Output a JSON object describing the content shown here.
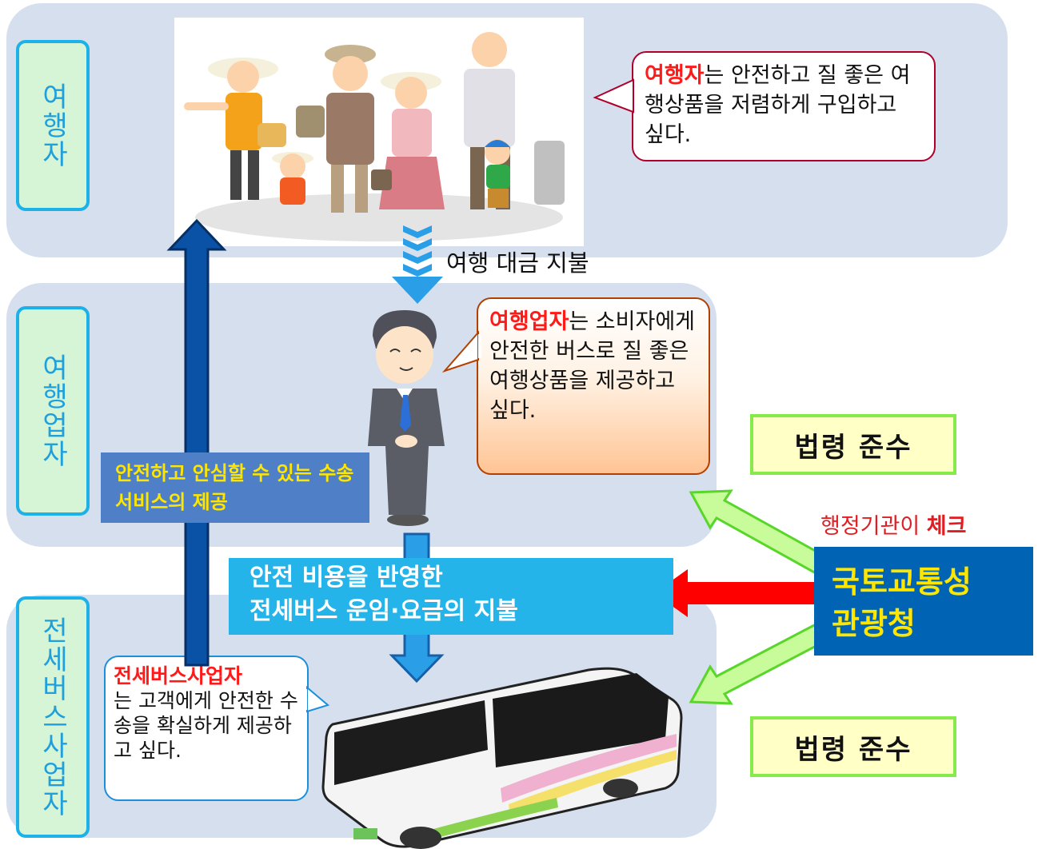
{
  "roles": {
    "traveler": "여행자",
    "agency": "여행업자",
    "bus_operator": "전세버스사업자"
  },
  "bubbles": {
    "traveler": {
      "highlight": "여행자",
      "text": "는 안전하고 질 좋은 여행상품을 저렴하게 구입하고 싶다."
    },
    "agency": {
      "highlight": "여행업자",
      "text": "는 소비자에게 안전한 버스로 질 좋은 여행상품을 제공하고 싶다."
    },
    "bus_operator": {
      "highlight": "전세버스사업자",
      "text": "는 고객에게 안전한 수송을 확실하게 제공하고 싶다."
    }
  },
  "flows": {
    "travel_fee": "여행 대금 지불",
    "service": "안전하고 안심할 수 있는 수송 서비스의 제공",
    "payment_line1": "안전 비용을 반영한",
    "payment_line2": "전세버스 운임·요금의 지불"
  },
  "compliance": {
    "top": "법령 준수",
    "bottom": "법령 준수"
  },
  "authority": {
    "check_prefix": "행정기관이 ",
    "check_bold": "체크",
    "line1": "국토교통성",
    "line2": "관광청"
  },
  "colors": {
    "band": "#d5dfee",
    "role_border": "#1cb2e8",
    "role_fill": "#d5f5d6",
    "service_arrow": "#0a52a6",
    "payment_box": "#25b4ea",
    "ministry": "#0063b4",
    "highlight_text": "#ff1a1a",
    "check_arrow": "#ff0000",
    "compliance_arrow": "#c8fb9a"
  },
  "icons": {
    "family": "family-travelers-illustration",
    "agent": "bowing-businessman-illustration",
    "bus": "tour-bus-illustration"
  }
}
